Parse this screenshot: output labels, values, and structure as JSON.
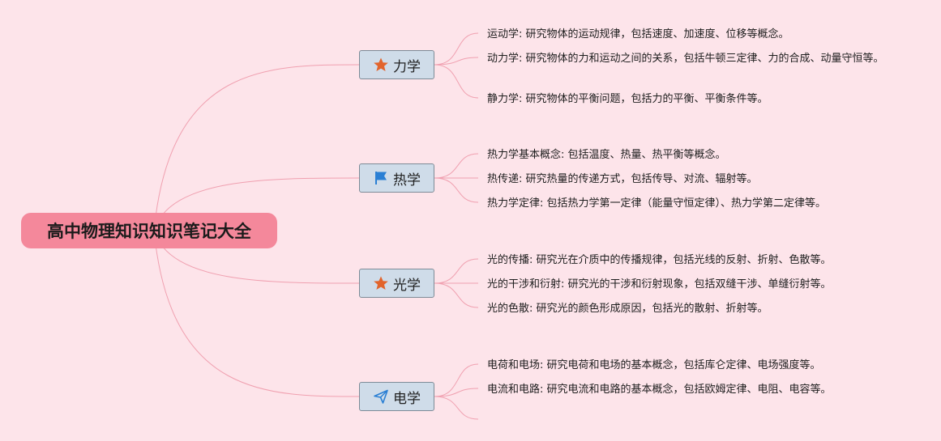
{
  "root": {
    "title": "高中物理知识知识笔记大全"
  },
  "branches": [
    {
      "label": "力学",
      "icon": "orange-star-icon",
      "items": [
        "运动学: 研究物体的运动规律，包括速度、加速度、位移等概念。",
        "动力学: 研究物体的力和运动之间的关系，包括牛顿三定律、力的合成、动量守恒等。",
        "静力学: 研究物体的平衡问题，包括力的平衡、平衡条件等。"
      ]
    },
    {
      "label": "热学",
      "icon": "blue-flag-icon",
      "items": [
        "热力学基本概念: 包括温度、热量、热平衡等概念。",
        "热传递: 研究热量的传递方式，包括传导、对流、辐射等。",
        "热力学定律: 包括热力学第一定律（能量守恒定律）、热力学第二定律等。"
      ]
    },
    {
      "label": "光学",
      "icon": "orange-star-icon",
      "items": [
        "光的传播: 研究光在介质中的传播规律，包括光线的反射、折射、色散等。",
        "光的干涉和衍射: 研究光的干涉和衍射现象，包括双缝干涉、单缝衍射等。",
        "光的色散: 研究光的颜色形成原因，包括光的散射、折射等。"
      ]
    },
    {
      "label": "电学",
      "icon": "paper-plane-icon",
      "items": [
        "电荷和电场: 研究电荷和电场的基本概念，包括库仑定律、电场强度等。",
        "电流和电路: 研究电流和电路的基本概念，包括欧姆定律、电阻、电容等。",
        ""
      ]
    }
  ],
  "colors": {
    "background": "#fde4ea",
    "root_fill": "#f4889b",
    "branch_fill": "#cfdce9",
    "branch_border": "#7d8b97",
    "connector": "#f0a0b0",
    "star_icon": "#e2642c",
    "flag_icon": "#2a7fd4",
    "plane_icon": "#2a7fd4"
  }
}
